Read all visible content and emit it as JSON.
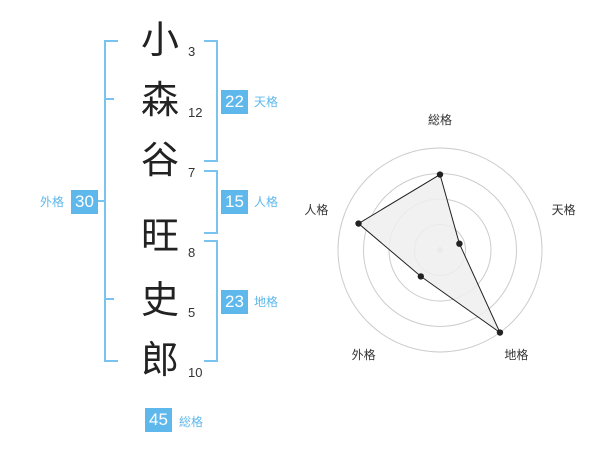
{
  "name_chars": [
    {
      "char": "小",
      "strokes": "3"
    },
    {
      "char": "森",
      "strokes": "12"
    },
    {
      "char": "谷",
      "strokes": "7"
    },
    {
      "char": "旺",
      "strokes": "8"
    },
    {
      "char": "史",
      "strokes": "5"
    },
    {
      "char": "郎",
      "strokes": "10"
    }
  ],
  "fortune": {
    "tenkaku": {
      "value": "22",
      "label": "天格"
    },
    "jinkaku": {
      "value": "15",
      "label": "人格"
    },
    "chikaku": {
      "value": "23",
      "label": "地格"
    },
    "gaikaku": {
      "value": "30",
      "label": "外格"
    },
    "soukaku": {
      "value": "45",
      "label": "総格"
    }
  },
  "chart_data": {
    "type": "radar",
    "axes": [
      "総格",
      "天格",
      "地格",
      "外格",
      "人格"
    ],
    "values": [
      0.74,
      0.2,
      1.0,
      0.32,
      0.84
    ],
    "rings": 4,
    "colors": {
      "fill": "#efefef",
      "line": "#222222",
      "grid": "#cccccc",
      "accent": "#5fb8ec"
    }
  }
}
